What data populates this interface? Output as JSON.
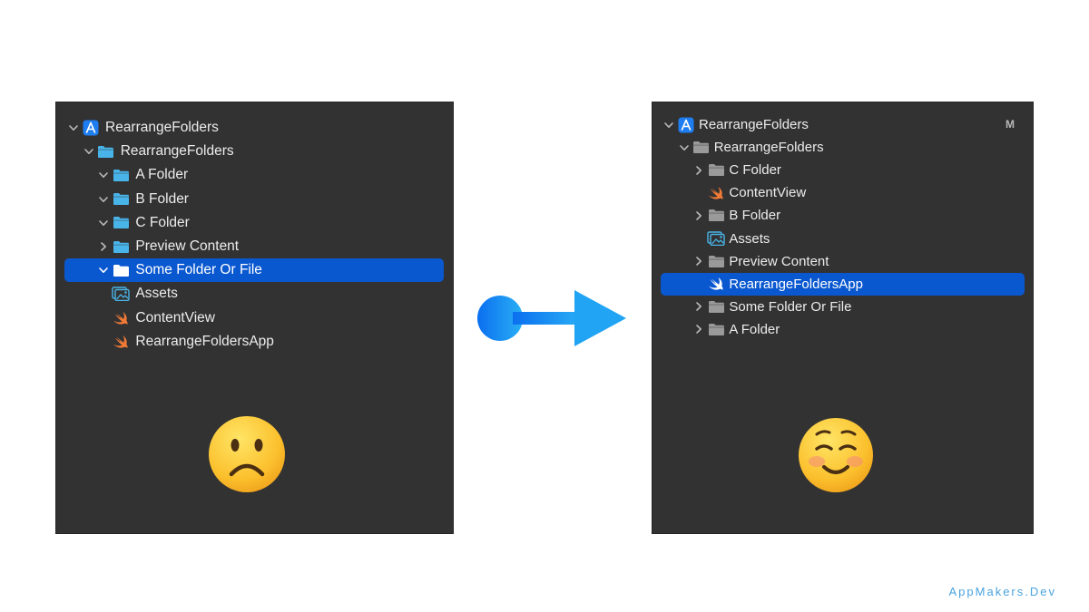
{
  "colors": {
    "panel_bg": "#323232",
    "selection": "#0a58d0",
    "folder_blue": "#49b4e8",
    "folder_gray": "#9a9a9a",
    "swift_orange": "#f07a36",
    "arrow_blue": "#1a8cf0",
    "watermark": "#4aa3df"
  },
  "left_panel": {
    "items": [
      {
        "label": "RearrangeFolders",
        "icon": "xcode-project-icon",
        "chevron": "down",
        "level": 0,
        "selected": false
      },
      {
        "label": "RearrangeFolders",
        "icon": "folder-icon",
        "chevron": "down",
        "level": 1,
        "selected": false
      },
      {
        "label": "A Folder",
        "icon": "folder-icon",
        "chevron": "down",
        "level": 2,
        "selected": false
      },
      {
        "label": "B Folder",
        "icon": "folder-icon",
        "chevron": "down",
        "level": 2,
        "selected": false
      },
      {
        "label": "C Folder",
        "icon": "folder-icon",
        "chevron": "down",
        "level": 2,
        "selected": false
      },
      {
        "label": "Preview Content",
        "icon": "folder-icon",
        "chevron": "right",
        "level": 2,
        "selected": false
      },
      {
        "label": "Some Folder Or File",
        "icon": "folder-icon",
        "chevron": "down",
        "level": 2,
        "selected": true
      },
      {
        "label": "Assets",
        "icon": "asset-catalog-icon",
        "chevron": "none",
        "level": 2,
        "selected": false
      },
      {
        "label": "ContentView",
        "icon": "swift-file-icon",
        "chevron": "none",
        "level": 2,
        "selected": false
      },
      {
        "label": "RearrangeFoldersApp",
        "icon": "swift-file-icon",
        "chevron": "none",
        "level": 2,
        "selected": false
      }
    ],
    "emoji": "sad-face-icon"
  },
  "right_panel": {
    "badge": "M",
    "items": [
      {
        "label": "RearrangeFolders",
        "icon": "xcode-project-icon",
        "chevron": "down",
        "level": 0,
        "selected": false
      },
      {
        "label": "RearrangeFolders",
        "icon": "folder-icon",
        "chevron": "down",
        "level": 1,
        "selected": false
      },
      {
        "label": "C Folder",
        "icon": "folder-icon",
        "chevron": "right",
        "level": 2,
        "selected": false
      },
      {
        "label": "ContentView",
        "icon": "swift-file-icon",
        "chevron": "none",
        "level": 2,
        "selected": false
      },
      {
        "label": "B Folder",
        "icon": "folder-icon",
        "chevron": "right",
        "level": 2,
        "selected": false
      },
      {
        "label": "Assets",
        "icon": "asset-catalog-icon",
        "chevron": "none",
        "level": 2,
        "selected": false
      },
      {
        "label": "Preview Content",
        "icon": "folder-icon",
        "chevron": "right",
        "level": 2,
        "selected": false
      },
      {
        "label": "RearrangeFoldersApp",
        "icon": "swift-file-icon",
        "chevron": "none",
        "level": 2,
        "selected": true
      },
      {
        "label": "Some Folder Or File",
        "icon": "folder-icon",
        "chevron": "right",
        "level": 2,
        "selected": false
      },
      {
        "label": "A Folder",
        "icon": "folder-icon",
        "chevron": "right",
        "level": 2,
        "selected": false
      }
    ],
    "emoji": "smiling-face-icon"
  },
  "arrow_icon": "arrow-right-icon",
  "watermark": "AppMakers.Dev"
}
